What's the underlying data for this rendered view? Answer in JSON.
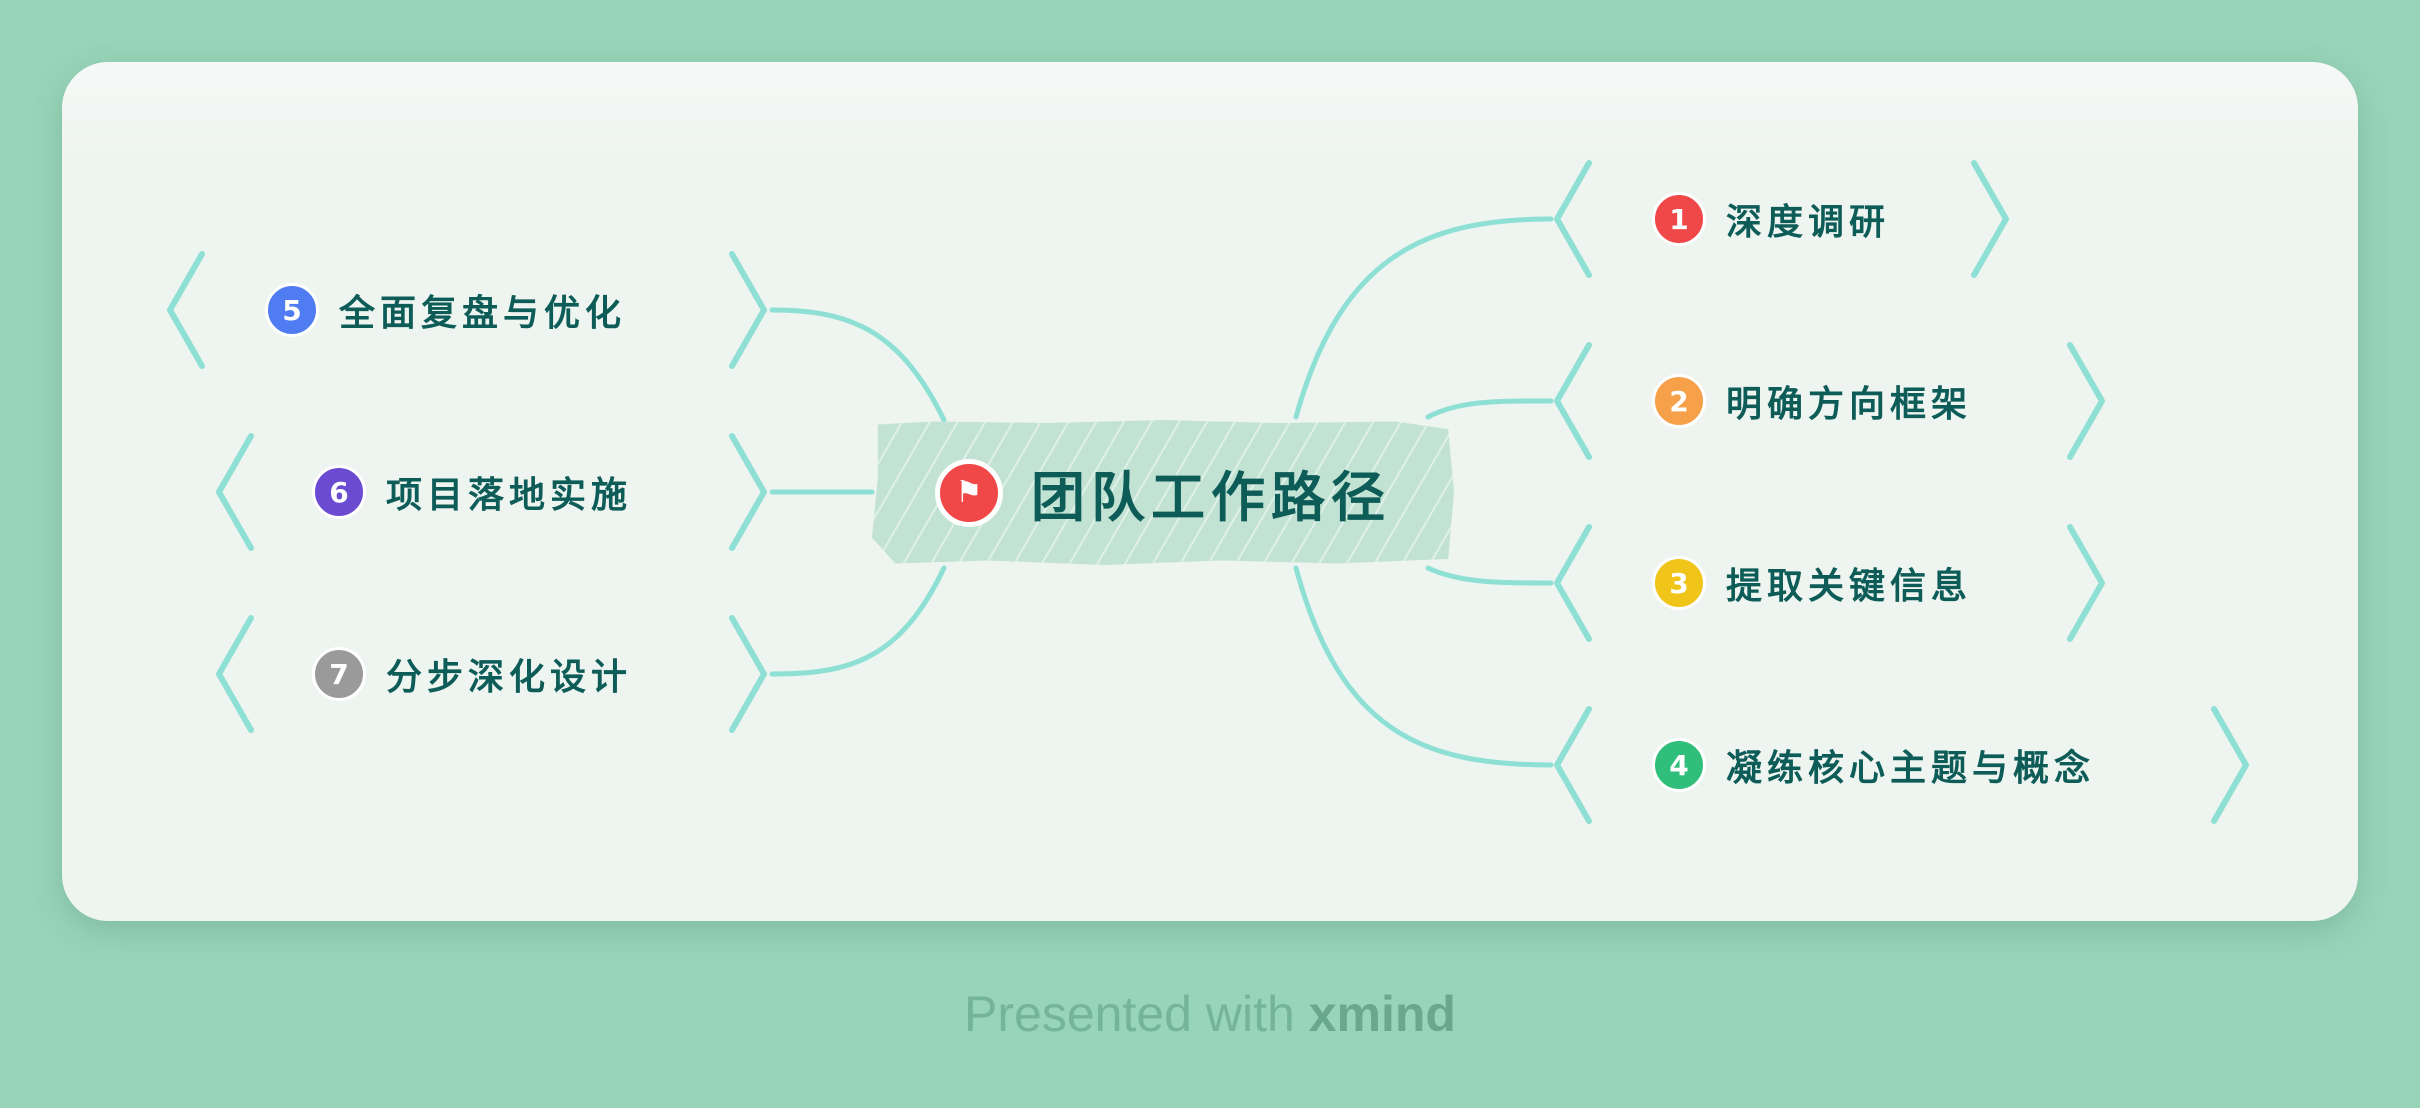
{
  "center": {
    "title": "团队工作路径",
    "icon": "flag-icon",
    "icon_color": "#f04848"
  },
  "branches": [
    {
      "number": "1",
      "label": "深度调研",
      "color": "#f04848"
    },
    {
      "number": "2",
      "label": "明确方向框架",
      "color": "#f7a04a"
    },
    {
      "number": "3",
      "label": "提取关键信息",
      "color": "#f0c419"
    },
    {
      "number": "4",
      "label": "凝练核心主题与概念",
      "color": "#2fbf7a"
    },
    {
      "number": "5",
      "label": "全面复盘与优化",
      "color": "#4f7cf0"
    },
    {
      "number": "6",
      "label": "项目落地实施",
      "color": "#6a4bd1"
    },
    {
      "number": "7",
      "label": "分步深化设计",
      "color": "#9a9a9a"
    }
  ],
  "footer": {
    "prefix": "Presented with ",
    "brand": "xmind"
  },
  "colors": {
    "background": "#98d4b8",
    "line": "#8ee0d4",
    "text": "#0d5c58"
  }
}
